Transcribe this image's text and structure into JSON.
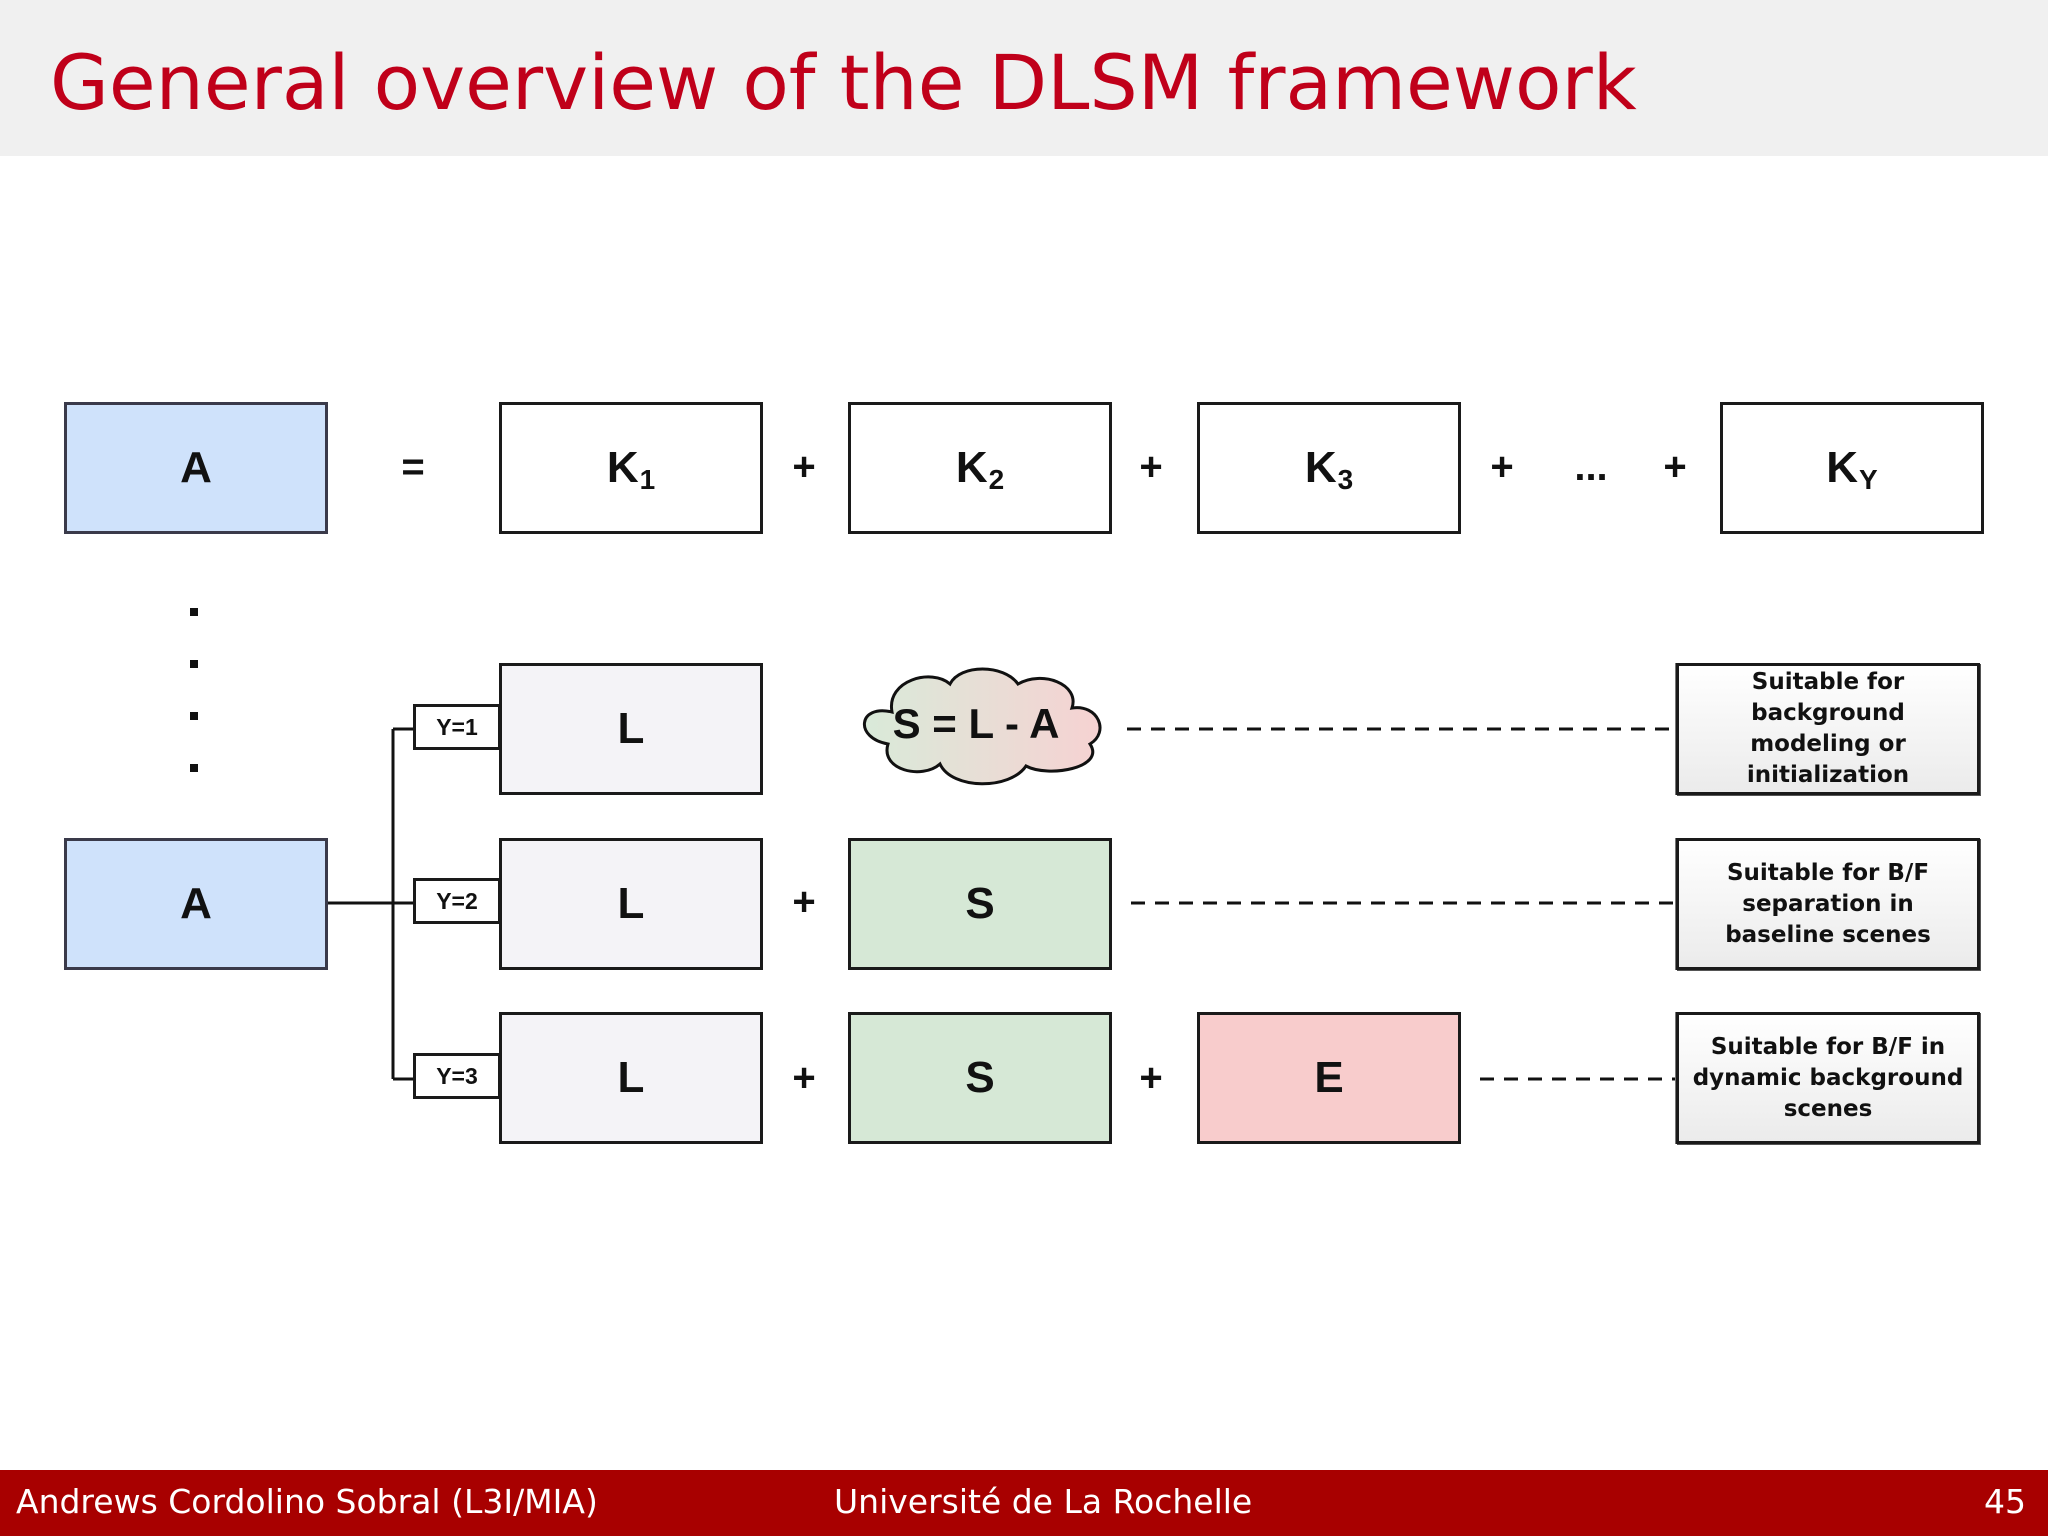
{
  "slide": {
    "title": "General overview of the DLSM framework",
    "page_number": "45"
  },
  "footer": {
    "author": "Andrews Cordolino Sobral (L3I/MIA)",
    "institution": "Université de La Rochelle",
    "page": "45"
  },
  "equation": {
    "lhs": "A",
    "equals": "=",
    "terms": [
      {
        "base": "K",
        "sub": "1"
      },
      {
        "base": "K",
        "sub": "2"
      },
      {
        "base": "K",
        "sub": "3"
      },
      {
        "base": "K",
        "sub": "Y"
      }
    ],
    "plus": "+",
    "ellipsis": "..."
  },
  "decomposition": {
    "input": "A",
    "rows": [
      {
        "label": "Y=1",
        "blocks": [
          "L"
        ],
        "cloud": "S = L - A",
        "note": "Suitable for background modeling or initialization"
      },
      {
        "label": "Y=2",
        "blocks": [
          "L",
          "S"
        ],
        "note": "Suitable for B/F separation in baseline scenes"
      },
      {
        "label": "Y=3",
        "blocks": [
          "L",
          "S",
          "E"
        ],
        "note": "Suitable for B/F in dynamic background scenes"
      }
    ],
    "plus": "+"
  },
  "colors": {
    "title": "#c0001a",
    "footer_bg": "#a80000",
    "box_a": "#cfe2fb",
    "box_l": "#f4f3f7",
    "box_s": "#d6e8d6",
    "box_e": "#f8cccc",
    "cloud": "#f0d6d6"
  }
}
